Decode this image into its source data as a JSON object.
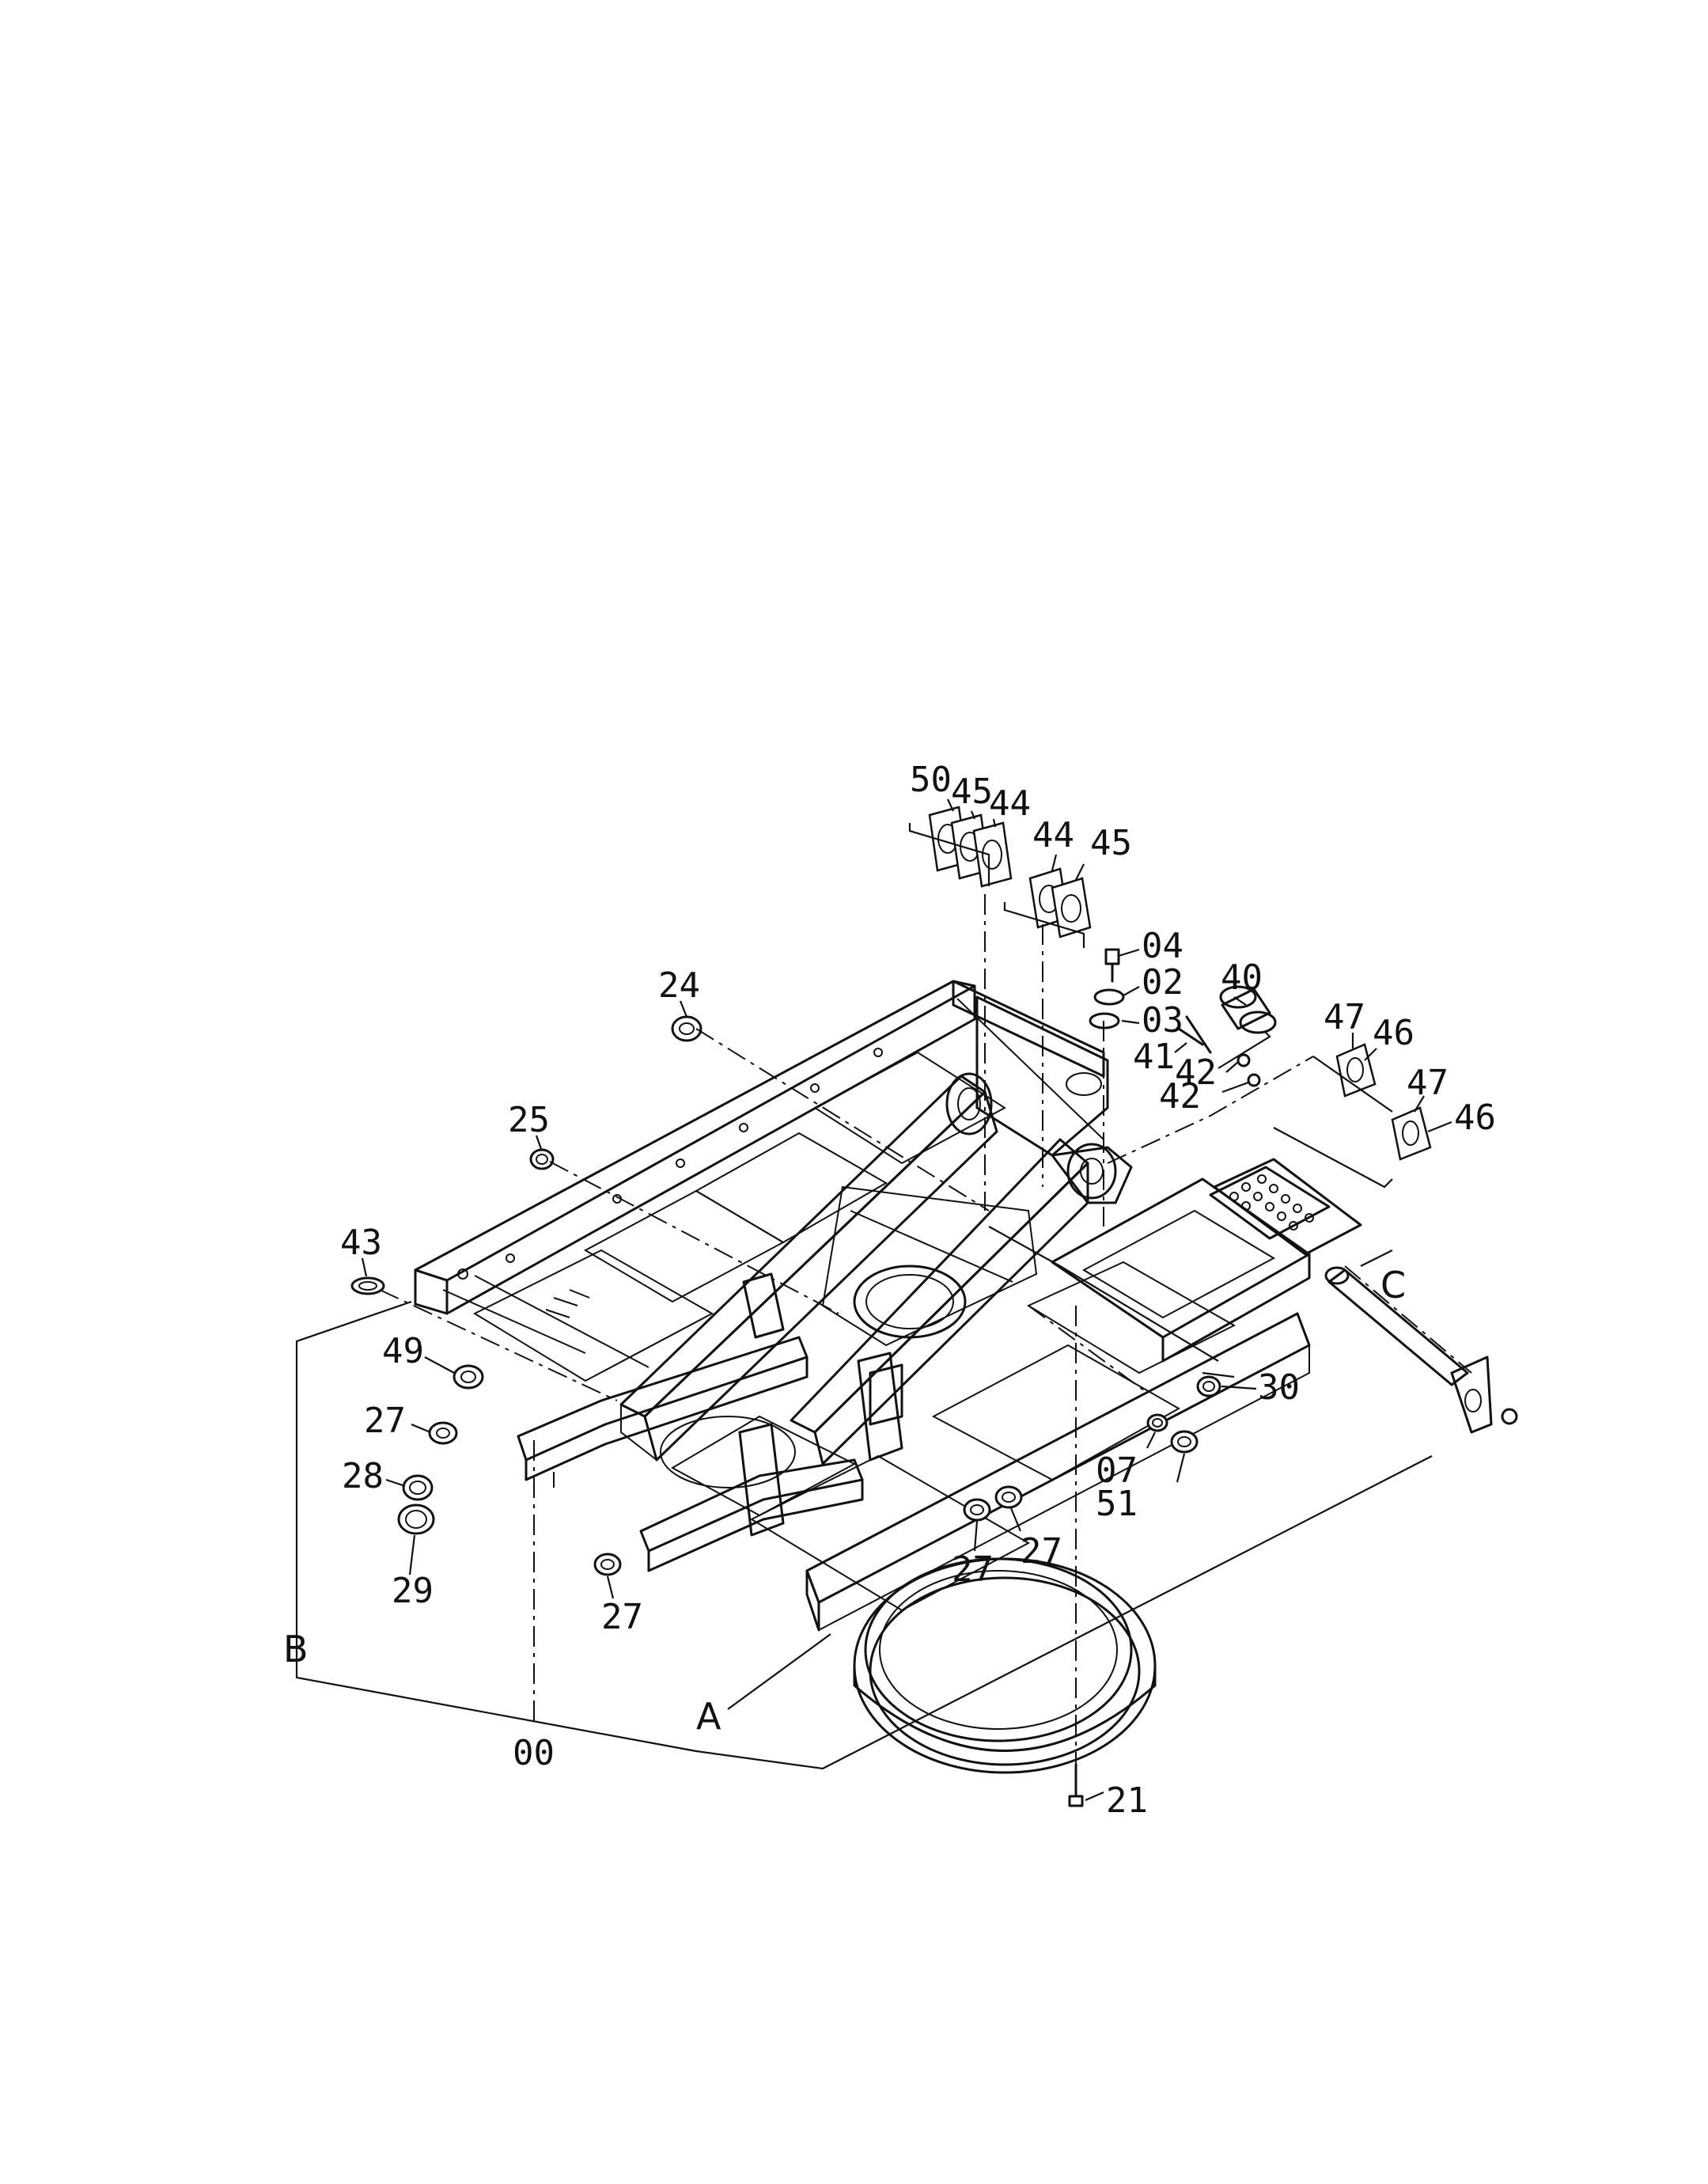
{
  "diagram": {
    "callouts": {
      "c50": "50",
      "c45a": "45",
      "c44a": "44",
      "c44b": "44",
      "c45b": "45",
      "c04": "04",
      "c02": "02",
      "c40": "40",
      "c03": "03",
      "c41": "41",
      "c42a": "42",
      "c42b": "42",
      "c47a": "47",
      "c46a": "46",
      "c47b": "47",
      "c46b": "46",
      "c24": "24",
      "c25": "25",
      "c43": "43",
      "c49": "49",
      "c27a": "27",
      "c28": "28",
      "c29": "29",
      "c27b": "27",
      "c27c": "27",
      "c27d": "27",
      "c07": "07",
      "c51": "51",
      "c30": "30",
      "c21": "21",
      "c00": "00"
    },
    "groups": {
      "a": "A",
      "b": "B",
      "c": "C"
    }
  }
}
